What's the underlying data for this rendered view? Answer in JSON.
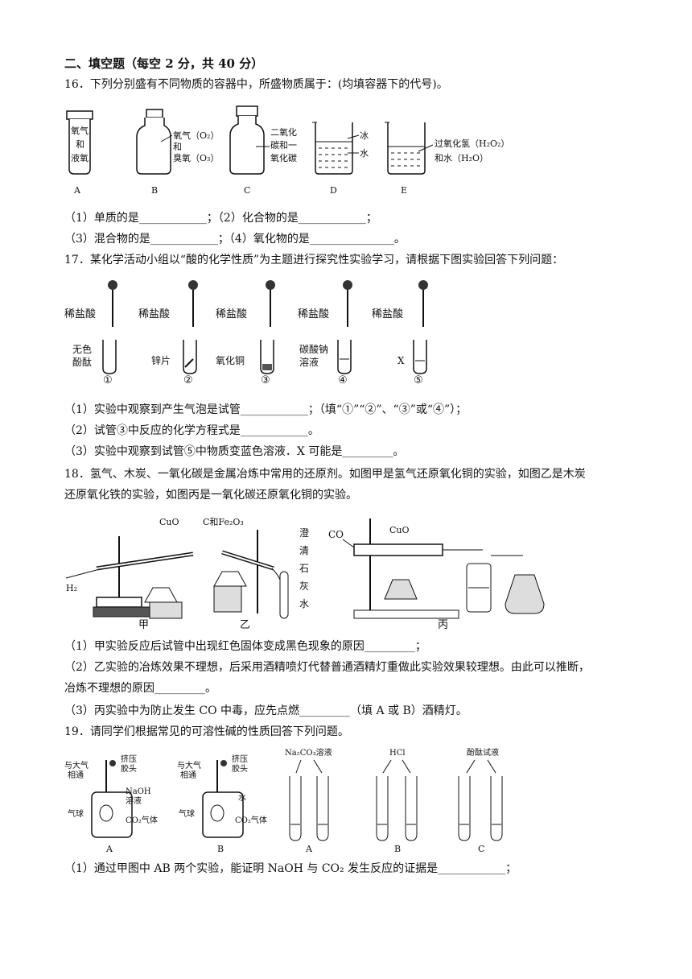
{
  "section_title": "二、填空题（每空 2 分，共 40 分）",
  "q16": {
    "stem": "16．下列分别盛有不同物质的容器中，所盛物质属于：(均填容器下的代号)。",
    "containers": [
      {
        "label": "A",
        "content_lines": [
          "氧气",
          "和",
          "液氧"
        ]
      },
      {
        "label": "B",
        "content_lines": [
          "氧气（O₂）",
          "和",
          "臭氧（O₃）"
        ]
      },
      {
        "label": "C",
        "content_lines": [
          "二氧化",
          "碳和一",
          "氧化碳"
        ]
      },
      {
        "label": "D",
        "content_lines": [
          "冰",
          "水"
        ]
      },
      {
        "label": "E",
        "content_lines": [
          "过氧化氢（H₂O₂）",
          "和水（H₂O）"
        ]
      }
    ],
    "line1": "（1）单质的是____________；（2）化合物的是____________；",
    "line2": "（3）混合物的是____________；（4）氧化物的是_______________。"
  },
  "q17": {
    "stem": "17．某化学活动小组以“酸的化学性质”为主题进行探究性实验学习，请根据下图实验回答下列问题：",
    "reagent": "稀盐酸",
    "tubes": [
      {
        "num": "①",
        "contents": [
          "无色",
          "酚酞"
        ]
      },
      {
        "num": "②",
        "contents": [
          "锌片"
        ]
      },
      {
        "num": "③",
        "contents": [
          "氧化铜"
        ]
      },
      {
        "num": "④",
        "contents": [
          "碳酸钠",
          "溶液"
        ]
      },
      {
        "num": "⑤",
        "contents": [
          "X"
        ]
      }
    ],
    "line1": "（1）实验中观察到产生气泡是试管____________；（填“①”“②”、“③”或“④”）；",
    "line2": "（2）试管③中反应的化学方程式是____________。",
    "line3": "（3）实验中观察到试管⑤中物质变蓝色溶液．X 可能是_________。"
  },
  "q18": {
    "stem1": "18．氢气、木炭、一氧化碳是金属冶炼中常用的还原剂。如图甲是氢气还原氧化铜的实验，如图乙是木炭",
    "stem2": "还原氧化铁的实验，如图丙是一氧化碳还原氧化铜的实验。",
    "fig": {
      "jia_label": "甲",
      "yi_label": "乙",
      "bing_label": "丙",
      "h2": "H₂",
      "cuo": "CuO",
      "c_fe2o3": "C和Fe₂O₃",
      "limewater": [
        "澄",
        "清",
        "石",
        "灰",
        "水"
      ],
      "co": "CO",
      "cuo2": "CuO"
    },
    "line1": "（1）甲实验反应后试管中出现红色固体变成黑色现象的原因_________；",
    "line2": "（2）乙实验的冶炼效果不理想，后采用酒精喷灯代替普通酒精灯重做此实验效果较理想。由此可以推断，",
    "line3": "冶炼不理想的原因_________。",
    "line4": "（3）丙实验中为防止发生 CO 中毒，应先点燃_________（填 A 或 B）酒精灯。"
  },
  "q19": {
    "stem": "19．请同学们根据常见的可溶性碱的性质回答下列问题。",
    "fig": {
      "air": [
        "与大气",
        "相通"
      ],
      "squeeze": [
        "挤压",
        "胶头"
      ],
      "naoh": [
        "NaOH",
        "溶液"
      ],
      "water": "水",
      "balloon": "气球",
      "co2": "CO₂气体",
      "flask_labels": [
        "A",
        "B"
      ],
      "tube_groups": [
        {
          "reagent": "Na₂CO₃溶液",
          "label": "A"
        },
        {
          "reagent": "HCl",
          "label": "B"
        },
        {
          "reagent": "酚酞试液",
          "label": "C"
        }
      ]
    },
    "line1": "（1）通过甲图中 AB 两个实验，能证明 NaOH 与 CO₂ 发生反应的证据是____________；"
  }
}
